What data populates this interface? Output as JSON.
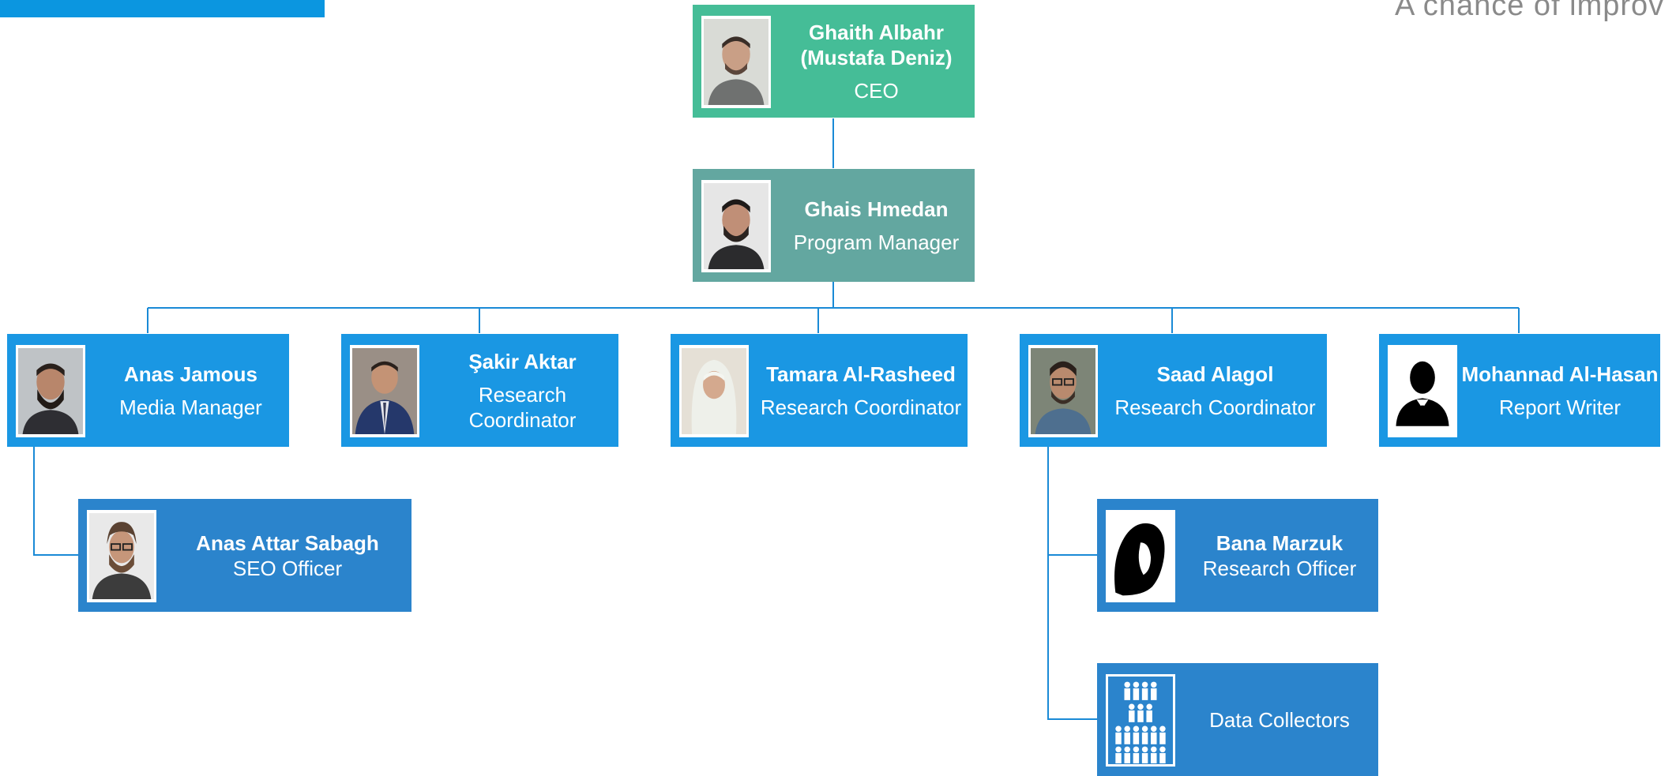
{
  "tagline": "A chance of improv",
  "colors": {
    "ceo": "#45bd97",
    "manager": "#63a7a0",
    "level2": "#1a97e3",
    "level3": "#2b84cc",
    "connector": "#1a8ad6"
  },
  "ceo": {
    "name": "Ghaith Albahr (Mustafa Deniz)",
    "name_line1": "Ghaith Albahr",
    "name_line2": "(Mustafa Deniz)",
    "role": "CEO",
    "photo": "portrait-photo"
  },
  "manager": {
    "name": "Ghais Hmedan",
    "role": "Program Manager",
    "photo": "portrait-photo"
  },
  "team": [
    {
      "name": "Anas Jamous",
      "role": "Media Manager",
      "photo": "portrait-photo"
    },
    {
      "name": "Şakir Aktar",
      "role_line1": "Research",
      "role_line2": "Coordinator",
      "photo": "portrait-photo"
    },
    {
      "name": "Tamara Al-Rasheed",
      "role": "Research Coordinator",
      "photo": "portrait-photo"
    },
    {
      "name": "Saad Alagol",
      "role": "Research Coordinator",
      "photo": "portrait-photo"
    },
    {
      "name": "Mohannad Al-Hasan",
      "role": "Report Writer",
      "photo": "male-silhouette-icon"
    }
  ],
  "sub": [
    {
      "name": "Anas Attar Sabagh",
      "role": "SEO Officer",
      "photo": "portrait-photo"
    },
    {
      "name": "Bana Marzuk",
      "role": "Research Officer",
      "photo": "hijab-silhouette-icon"
    },
    {
      "role": "Data Collectors",
      "photo": "group-people-icon"
    }
  ]
}
